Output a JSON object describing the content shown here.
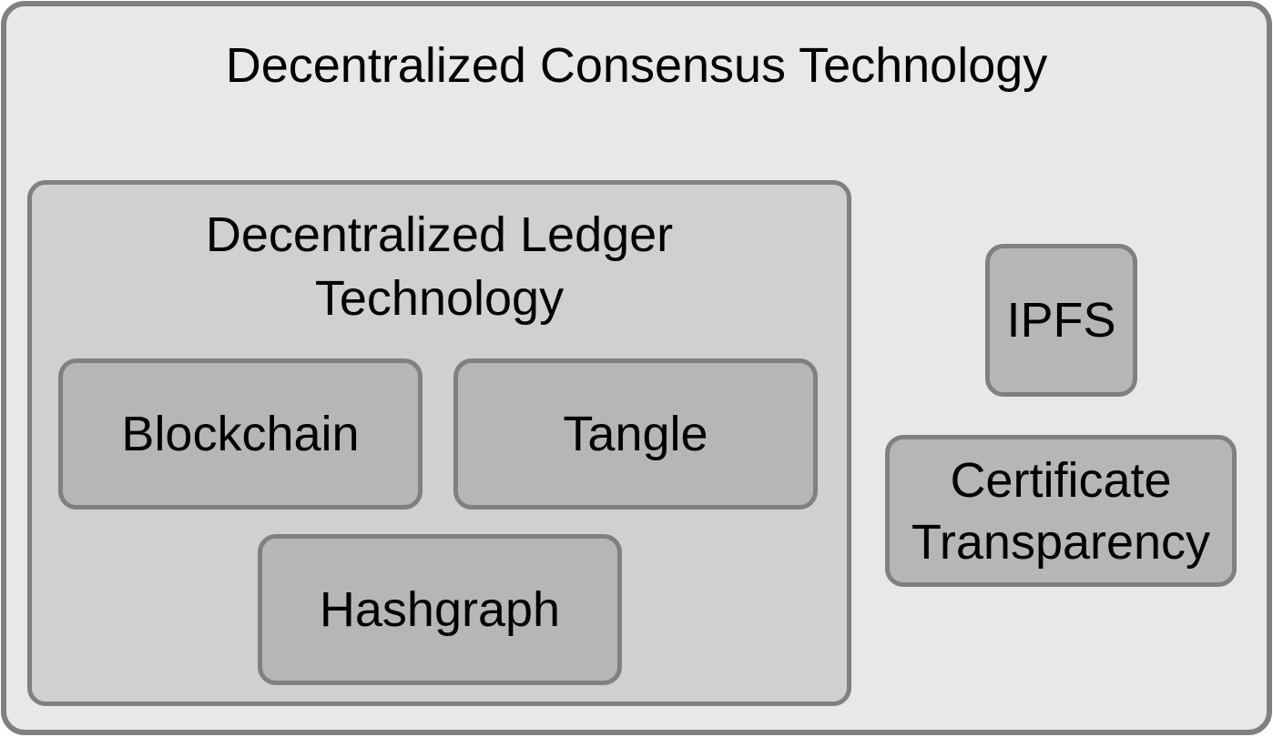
{
  "diagram": {
    "outer": {
      "title": "Decentralized Consensus Technology"
    },
    "dlt": {
      "title_line1": "Decentralized Ledger",
      "title_line2": "Technology",
      "children": [
        {
          "label": "Blockchain"
        },
        {
          "label": "Tangle"
        },
        {
          "label": "Hashgraph"
        }
      ]
    },
    "others": [
      {
        "label": "IPFS"
      },
      {
        "label_line1": "Certificate",
        "label_line2": "Transparency"
      }
    ]
  },
  "colors": {
    "border": "#808080",
    "outer_fill": "#e8e8e8",
    "dlt_fill": "#d0d0d0",
    "leaf_fill": "#b6b6b6",
    "text": "#000000"
  }
}
